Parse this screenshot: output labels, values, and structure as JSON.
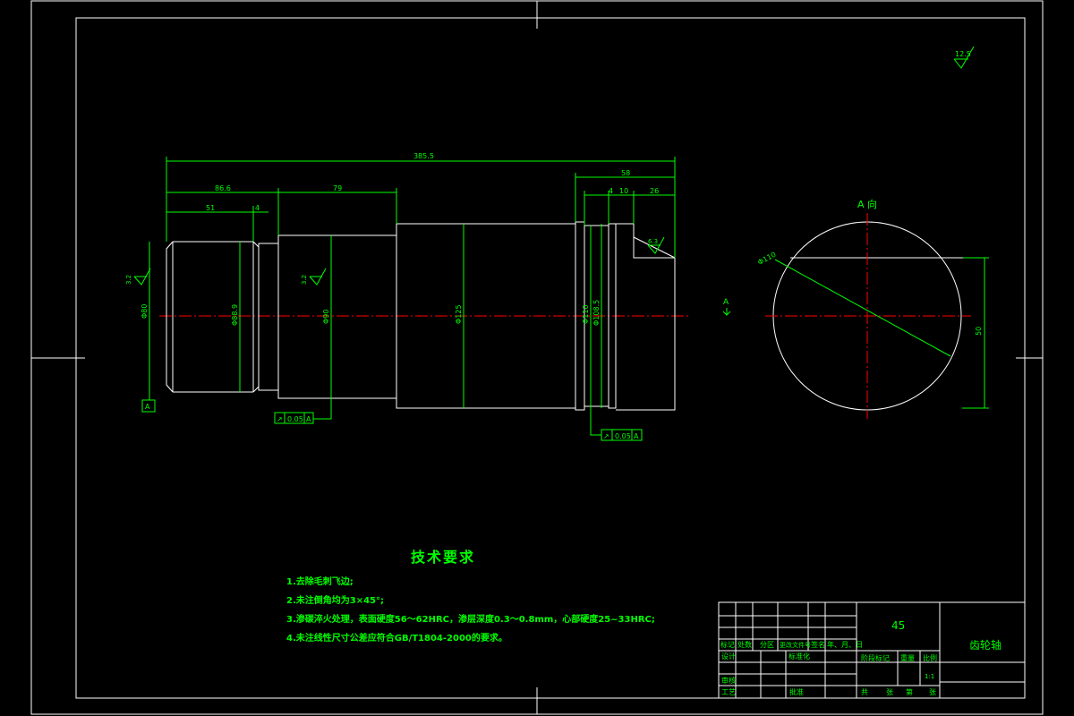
{
  "colors": {
    "background": "#000000",
    "frame": "#ffffff",
    "dimension": "#00ff00",
    "centerline": "#ff0000",
    "outline": "#ffffff",
    "text": "#00ff00"
  },
  "roughness_corner": "12.5",
  "dimensions": {
    "total_length": "385.5",
    "right_section": "58",
    "seg1": "86.6",
    "seg2": "79",
    "seg_a": "51",
    "seg_b": "4",
    "right_a": "4",
    "right_b": "10",
    "right_c": "26",
    "roughness_left": "3.2",
    "roughness_mid": "3.2",
    "roughness_key": "6.3",
    "dia1": "Φ80",
    "dia2": "Φ88.9",
    "dia3": "Φ90",
    "dia4": "Φ125",
    "dia5": "Φ110",
    "dia6": "Φ108.5",
    "datum_letter": "A",
    "tol_sym": "↗",
    "tol_1": "0.05",
    "tol_2": "0.05",
    "arrow_label": "A"
  },
  "section_view": {
    "title": "A 向",
    "dia_label": "Φ110",
    "width_label": "50"
  },
  "tech_requirements": {
    "title": "技术要求",
    "items": [
      "1.去除毛刺飞边;",
      "2.未注倒角均为3×45°;",
      "3.渗碳淬火处理，表面硬度56～62HRC，渗层深度0.3～0.8mm，心部硬度25~33HRC;",
      "4.未注线性尺寸公差应符合GB/T1804-2000的要求。"
    ]
  },
  "title_block": {
    "material": "45",
    "part_name": "齿轮轴",
    "row_labels": [
      "标记",
      "处数",
      "分区",
      "更改文件号",
      "签名",
      "年、月、日"
    ],
    "design": "设计",
    "standardization": "标准化",
    "stage_mark": "阶段标记",
    "weight": "重量",
    "scale": "比例",
    "scale_value": "1:1",
    "review": "审核",
    "process": "工艺",
    "approve": "批准",
    "sheets_total": "共",
    "sheet_unit": "张",
    "sheet_no": "第",
    "sheet_unit2": "张"
  }
}
